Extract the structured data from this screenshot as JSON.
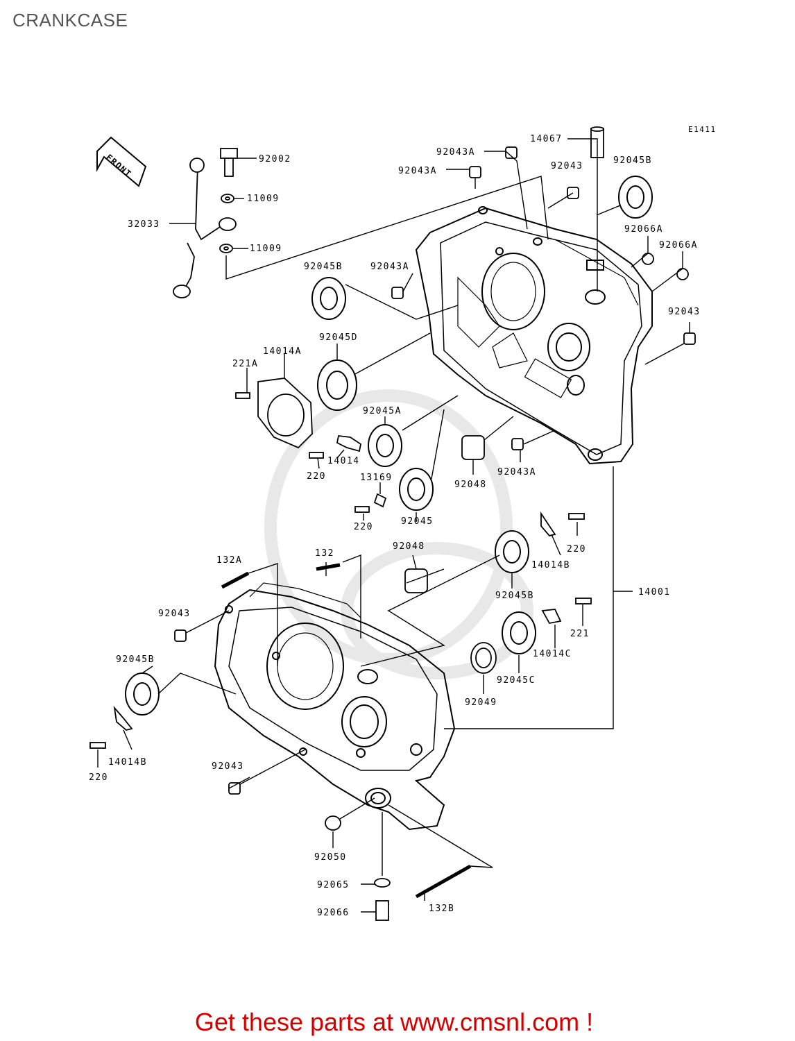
{
  "title": "CRANKCASE",
  "diagram_code": "E1411",
  "front_label": "FRONT",
  "footer_text": "Get these parts at www.cmsnl.com !",
  "colors": {
    "title": "#555555",
    "footer": "#d40000",
    "line": "#000000",
    "watermark": "#e6e6e6"
  },
  "parts": {
    "p92002": "92002",
    "p11009a": "11009",
    "p11009b": "11009",
    "p32033": "32033",
    "p92043A_1": "92043A",
    "p92043A_2": "92043A",
    "p14067": "14067",
    "p92043_1": "92043",
    "p92045B_1": "92045B",
    "p92066A_1": "92066A",
    "p92066A_2": "92066A",
    "p92045B_2": "92045B",
    "p92043A_3": "92043A",
    "p92043_2": "92043",
    "p14014A": "14014A",
    "p92045D": "92045D",
    "p221A": "221A",
    "p92045A": "92045A",
    "p14014": "14014",
    "p220_1": "220",
    "p13169": "13169",
    "p92048_1": "92048",
    "p92043A_4": "92043A",
    "p220_2": "220",
    "p92045": "92045",
    "p220_3": "220",
    "p92048_2": "92048",
    "p14014B_1": "14014B",
    "p132A": "132A",
    "p132": "132",
    "p92045B_3": "92045B",
    "p14001": "14001",
    "p92043_3": "92043",
    "p221": "221",
    "p14014C": "14014C",
    "p92045B_4": "92045B",
    "p92045C": "92045C",
    "p92049": "92049",
    "p14014B_2": "14014B",
    "p220_4": "220",
    "p92043_4": "92043",
    "p92050": "92050",
    "p92065": "92065",
    "p132B": "132B",
    "p92066": "92066"
  }
}
